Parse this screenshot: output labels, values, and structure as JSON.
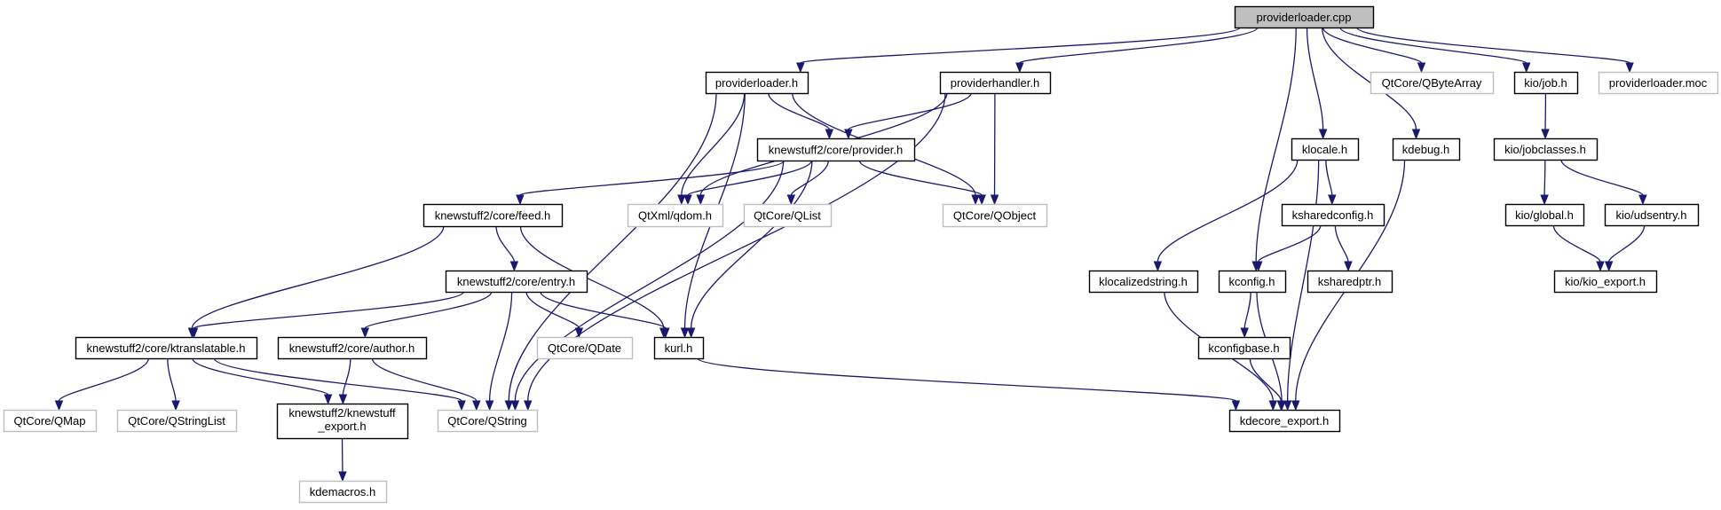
{
  "title": "providerloader.cpp include dependency graph",
  "colors": {
    "edge": "#191970",
    "root_fill": "#bfbfbf",
    "solid_border": "#000000",
    "external_border": "#bfbfbf"
  },
  "nodes": [
    {
      "id": "root",
      "label": "providerloader.cpp",
      "kind": "root"
    },
    {
      "id": "ploader_h",
      "label": "providerloader.h",
      "kind": "solid"
    },
    {
      "id": "phandler_h",
      "label": "providerhandler.h",
      "kind": "solid"
    },
    {
      "id": "qbytearray",
      "label": "QtCore/QByteArray",
      "kind": "ext"
    },
    {
      "id": "kio_job",
      "label": "kio/job.h",
      "kind": "solid"
    },
    {
      "id": "moc",
      "label": "providerloader.moc",
      "kind": "ext"
    },
    {
      "id": "provider_h",
      "label": "knewstuff2/core/provider.h",
      "kind": "solid"
    },
    {
      "id": "klocale",
      "label": "klocale.h",
      "kind": "solid"
    },
    {
      "id": "kdebug",
      "label": "kdebug.h",
      "kind": "solid"
    },
    {
      "id": "jobclasses",
      "label": "kio/jobclasses.h",
      "kind": "solid"
    },
    {
      "id": "feed_h",
      "label": "knewstuff2/core/feed.h",
      "kind": "solid"
    },
    {
      "id": "qdom",
      "label": "QtXml/qdom.h",
      "kind": "ext"
    },
    {
      "id": "qlist",
      "label": "QtCore/QList",
      "kind": "ext"
    },
    {
      "id": "qobject",
      "label": "QtCore/QObject",
      "kind": "ext"
    },
    {
      "id": "ksharedconfig",
      "label": "ksharedconfig.h",
      "kind": "solid"
    },
    {
      "id": "kio_global",
      "label": "kio/global.h",
      "kind": "solid"
    },
    {
      "id": "udsentry",
      "label": "kio/udsentry.h",
      "kind": "solid"
    },
    {
      "id": "entry_h",
      "label": "knewstuff2/core/entry.h",
      "kind": "solid"
    },
    {
      "id": "klocalizedstring",
      "label": "klocalizedstring.h",
      "kind": "solid"
    },
    {
      "id": "kconfig",
      "label": "kconfig.h",
      "kind": "solid"
    },
    {
      "id": "ksharedptr",
      "label": "ksharedptr.h",
      "kind": "solid"
    },
    {
      "id": "kio_export",
      "label": "kio/kio_export.h",
      "kind": "solid"
    },
    {
      "id": "ktranslatable",
      "label": "knewstuff2/core/ktranslatable.h",
      "kind": "solid"
    },
    {
      "id": "author_h",
      "label": "knewstuff2/core/author.h",
      "kind": "solid"
    },
    {
      "id": "qdate",
      "label": "QtCore/QDate",
      "kind": "ext"
    },
    {
      "id": "kurl",
      "label": "kurl.h",
      "kind": "solid"
    },
    {
      "id": "kconfigbase",
      "label": "kconfigbase.h",
      "kind": "solid"
    },
    {
      "id": "qmap",
      "label": "QtCore/QMap",
      "kind": "ext"
    },
    {
      "id": "qstringlist",
      "label": "QtCore/QStringList",
      "kind": "ext"
    },
    {
      "id": "knsexport",
      "label": "knewstuff2/knewstuff _export.h",
      "lines": [
        "knewstuff2/knewstuff",
        "_export.h"
      ],
      "kind": "solid"
    },
    {
      "id": "qstring",
      "label": "QtCore/QString",
      "kind": "ext"
    },
    {
      "id": "kdecore_export",
      "label": "kdecore_export.h",
      "kind": "solid"
    },
    {
      "id": "kdemacros",
      "label": "kdemacros.h",
      "kind": "ext"
    }
  ],
  "edges": [
    [
      "root",
      "ploader_h"
    ],
    [
      "root",
      "phandler_h"
    ],
    [
      "root",
      "qbytearray"
    ],
    [
      "root",
      "kio_job"
    ],
    [
      "root",
      "moc"
    ],
    [
      "root",
      "klocale"
    ],
    [
      "root",
      "kdebug"
    ],
    [
      "root",
      "kconfig"
    ],
    [
      "ploader_h",
      "provider_h"
    ],
    [
      "ploader_h",
      "qdom"
    ],
    [
      "ploader_h",
      "qobject"
    ],
    [
      "ploader_h",
      "kurl"
    ],
    [
      "ploader_h",
      "qstring"
    ],
    [
      "phandler_h",
      "provider_h"
    ],
    [
      "phandler_h",
      "qdom"
    ],
    [
      "phandler_h",
      "qobject"
    ],
    [
      "phandler_h",
      "qstring"
    ],
    [
      "provider_h",
      "feed_h"
    ],
    [
      "provider_h",
      "qdom"
    ],
    [
      "provider_h",
      "qlist"
    ],
    [
      "provider_h",
      "qobject"
    ],
    [
      "provider_h",
      "kurl"
    ],
    [
      "provider_h",
      "qstring"
    ],
    [
      "feed_h",
      "entry_h"
    ],
    [
      "feed_h",
      "ktranslatable"
    ],
    [
      "feed_h",
      "kurl"
    ],
    [
      "entry_h",
      "ktranslatable"
    ],
    [
      "entry_h",
      "author_h"
    ],
    [
      "entry_h",
      "qdate"
    ],
    [
      "entry_h",
      "kurl"
    ],
    [
      "entry_h",
      "qstring"
    ],
    [
      "ktranslatable",
      "qmap"
    ],
    [
      "ktranslatable",
      "qstringlist"
    ],
    [
      "ktranslatable",
      "knsexport"
    ],
    [
      "ktranslatable",
      "qstring"
    ],
    [
      "author_h",
      "knsexport"
    ],
    [
      "author_h",
      "qstring"
    ],
    [
      "knsexport",
      "kdemacros"
    ],
    [
      "kurl",
      "kdecore_export"
    ],
    [
      "kio_job",
      "jobclasses"
    ],
    [
      "jobclasses",
      "kio_global"
    ],
    [
      "jobclasses",
      "udsentry"
    ],
    [
      "kio_global",
      "kio_export"
    ],
    [
      "udsentry",
      "kio_export"
    ],
    [
      "klocale",
      "ksharedconfig"
    ],
    [
      "klocale",
      "klocalizedstring"
    ],
    [
      "klocale",
      "kdecore_export"
    ],
    [
      "ksharedconfig",
      "kconfig"
    ],
    [
      "ksharedconfig",
      "ksharedptr"
    ],
    [
      "kconfig",
      "kconfigbase"
    ],
    [
      "kconfig",
      "kdecore_export"
    ],
    [
      "kconfigbase",
      "kdecore_export"
    ],
    [
      "klocalizedstring",
      "kdecore_export"
    ],
    [
      "kdebug",
      "kdecore_export"
    ]
  ]
}
